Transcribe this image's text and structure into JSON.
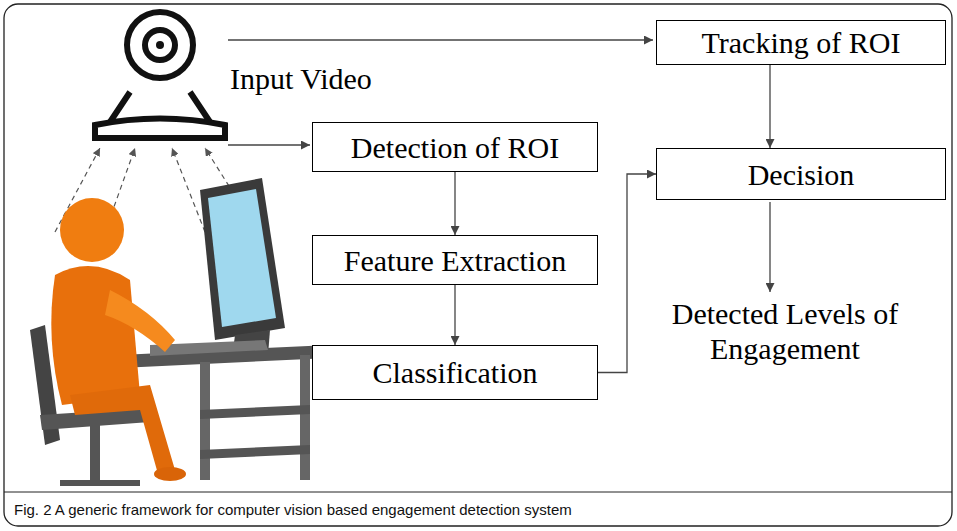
{
  "diagram": {
    "caption": "Fig. 2 A generic framework for computer vision based engagement detection system",
    "nodes": [
      {
        "text": [
          "Tracking of ROI"
        ]
      },
      {
        "text": [
          "Detection of ROI"
        ]
      },
      {
        "text": [
          "Feature Extraction"
        ]
      },
      {
        "text": [
          "Decision"
        ]
      },
      {
        "text": [
          "Classification"
        ]
      }
    ],
    "edges": [
      {
        "from": 1,
        "to": 2,
        "arrow": "to"
      },
      {
        "from": 2,
        "to": 4,
        "arrow": "to"
      },
      {
        "from": 4,
        "to": 3,
        "arrow": "to"
      },
      {
        "from": 0,
        "to": 3,
        "arrow": "to"
      }
    ],
    "labels": [
      "Input Video",
      "Detected Levels of Engagement"
    ]
  }
}
